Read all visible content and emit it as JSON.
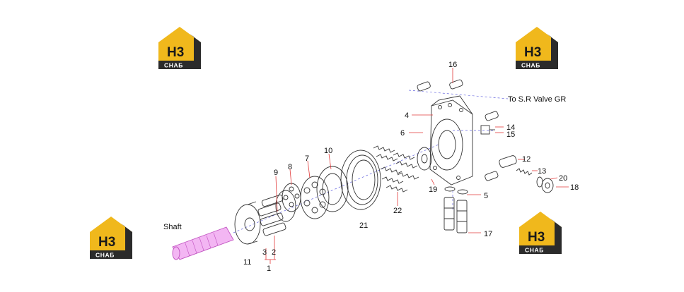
{
  "logos": [
    {
      "main": "H3",
      "sub": "CHAБ"
    },
    {
      "main": "H3",
      "sub": "CHAБ"
    },
    {
      "main": "H3",
      "sub": "CHAБ"
    },
    {
      "main": "H3",
      "sub": "CHAБ"
    }
  ],
  "labels": {
    "shaft": "Shaft",
    "to_sr_valve": "To S.R Valve GR"
  },
  "callouts": [
    "1",
    "2",
    "3",
    "4",
    "5",
    "6",
    "7",
    "8",
    "9",
    "10",
    "11",
    "12",
    "13",
    "14",
    "15",
    "16",
    "17",
    "18",
    "19",
    "20",
    "21",
    "22"
  ],
  "colors": {
    "leader": "#e23a3a",
    "dashed_axis": "#6a6ae0",
    "shaft_fill": "#f3b6f3",
    "shaft_stroke": "#c052c0",
    "logo_yellow": "#f0b81c",
    "logo_dark": "#2b2b2b"
  }
}
